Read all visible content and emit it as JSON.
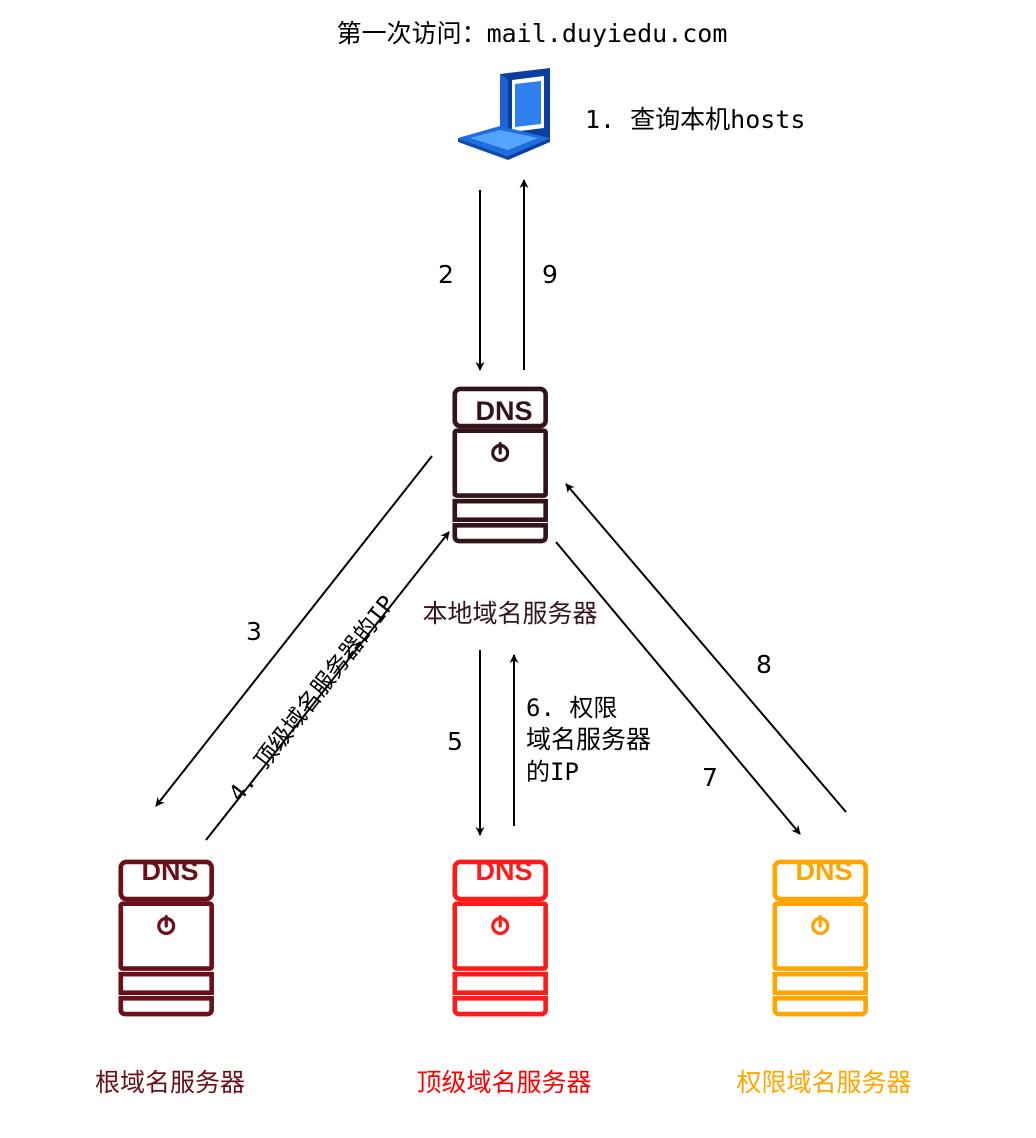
{
  "title": "第一次访问：mail.duyiedu.com",
  "step1": "1. 查询本机hosts",
  "steps": {
    "s2": "2",
    "s9": "9",
    "s3": "3",
    "s4": "4. 顶级域名服务器的IP",
    "s5": "5",
    "s6_line1": "6. 权限",
    "s6_line2": "域名服务器",
    "s6_line3": "的IP",
    "s7": "7",
    "s8": "8"
  },
  "servers": {
    "local": {
      "badge": "DNS",
      "label": "本地域名服务器",
      "color": "#33141a",
      "label_color": "#33141a"
    },
    "root": {
      "badge": "DNS",
      "label": "根域名服务器",
      "color": "#6b0f1a",
      "label_color": "#6b0f1a"
    },
    "tld": {
      "badge": "DNS",
      "label": "顶级域名服务器",
      "color": "#ff1a1a",
      "label_color": "#ff0000"
    },
    "auth": {
      "badge": "DNS",
      "label": "权限域名服务器",
      "color": "#ffa500",
      "label_color": "#ffa500"
    }
  },
  "icons": {
    "client": "laptop-icon",
    "server": "dns-server-icon",
    "power": "power-icon"
  }
}
